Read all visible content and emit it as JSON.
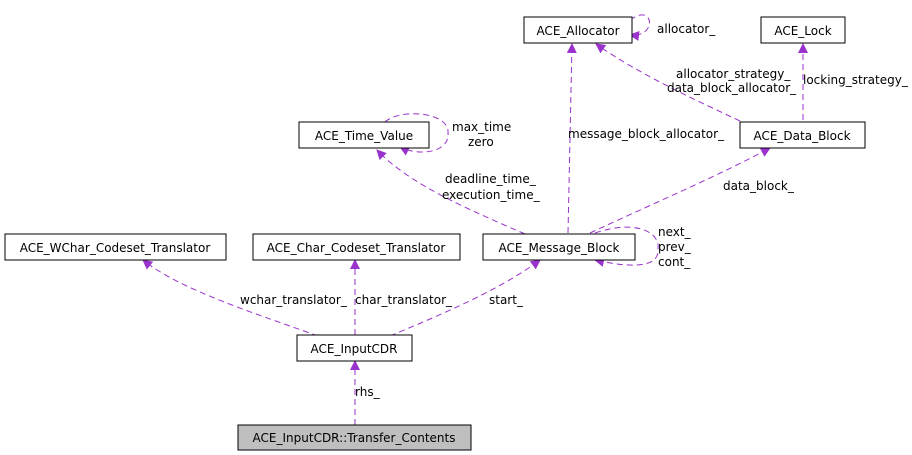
{
  "colors": {
    "edge": "#9a32cd",
    "node_fill": "#ffffff",
    "highlight_fill": "#bfbfbf"
  },
  "nodes": {
    "allocator": "ACE_Allocator",
    "lock": "ACE_Lock",
    "time_value": "ACE_Time_Value",
    "data_block": "ACE_Data_Block",
    "wchar_translator": "ACE_WChar_Codeset_Translator",
    "char_translator": "ACE_Char_Codeset_Translator",
    "message_block": "ACE_Message_Block",
    "input_cdr": "ACE_InputCDR",
    "transfer_contents": "ACE_InputCDR::Transfer_Contents"
  },
  "edge_labels": {
    "allocator_self": "allocator_",
    "allocator_strategy": "allocator_strategy_",
    "data_block_allocator": "data_block_allocator_",
    "locking_strategy": "locking_strategy_",
    "max_time": "max_time",
    "zero": "zero",
    "message_block_allocator": "message_block_allocator_",
    "deadline_time": "deadline_time_",
    "execution_time": "execution_time_",
    "data_block": "data_block_",
    "next": "next_",
    "prev": "prev_",
    "cont": "cont_",
    "wchar_translator": "wchar_translator_",
    "char_translator": "char_translator_",
    "start": "start_",
    "rhs": "rhs_"
  }
}
